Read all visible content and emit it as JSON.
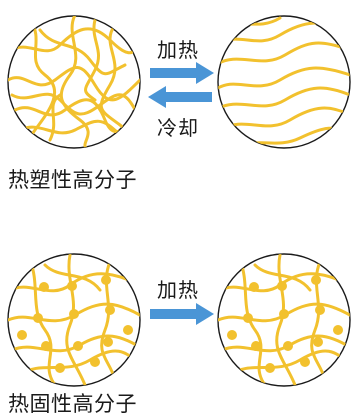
{
  "colors": {
    "fiber": "#f2c12e",
    "node": "#f2c12e",
    "arrow": "#4a95d6",
    "circle_outline": "#1a1a1a",
    "text": "#1a1a1a"
  },
  "top_panel": {
    "caption": "热塑性高分子",
    "heat_label": "加热",
    "cool_label": "冷却",
    "left_state": "tangled-chains",
    "right_state": "aligned-chains"
  },
  "bottom_panel": {
    "caption": "热固性高分子",
    "heat_label": "加热",
    "left_state": "crosslinked-network",
    "right_state": "crosslinked-network"
  }
}
